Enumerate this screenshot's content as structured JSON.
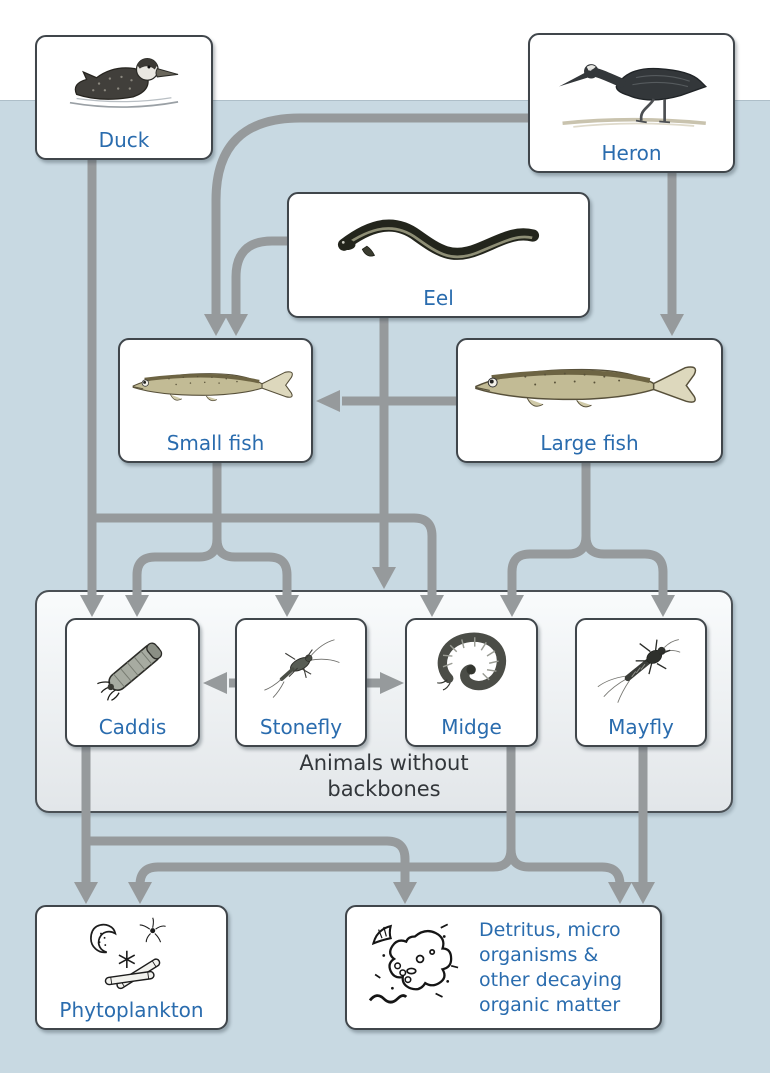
{
  "diagram": {
    "type": "food-web",
    "group_box": {
      "label": "Animals without backbones"
    },
    "nodes": {
      "duck": {
        "label": "Duck"
      },
      "heron": {
        "label": "Heron"
      },
      "eel": {
        "label": "Eel"
      },
      "small_fish": {
        "label": "Small fish"
      },
      "large_fish": {
        "label": "Large fish"
      },
      "caddis": {
        "label": "Caddis"
      },
      "stonefly": {
        "label": "Stonefly"
      },
      "midge": {
        "label": "Midge"
      },
      "mayfly": {
        "label": "Mayfly"
      },
      "phytoplankton": {
        "label": "Phytoplankton"
      },
      "detritus": {
        "label": "Detritus, micro organisms & other decaying organic matter"
      }
    },
    "edges": [
      {
        "from": "heron",
        "to": "small_fish"
      },
      {
        "from": "heron",
        "to": "large_fish"
      },
      {
        "from": "eel",
        "to": "small_fish"
      },
      {
        "from": "eel",
        "to": "animals_without_backbones_group"
      },
      {
        "from": "large_fish",
        "to": "small_fish"
      },
      {
        "from": "duck",
        "to": "caddis"
      },
      {
        "from": "duck",
        "to": "midge"
      },
      {
        "from": "small_fish",
        "to": "caddis"
      },
      {
        "from": "small_fish",
        "to": "stonefly"
      },
      {
        "from": "large_fish",
        "to": "midge"
      },
      {
        "from": "large_fish",
        "to": "mayfly"
      },
      {
        "from": "stonefly",
        "to": "caddis"
      },
      {
        "from": "stonefly",
        "to": "midge"
      },
      {
        "from": "caddis",
        "to": "phytoplankton"
      },
      {
        "from": "caddis",
        "to": "detritus"
      },
      {
        "from": "midge",
        "to": "phytoplankton"
      },
      {
        "from": "midge",
        "to": "detritus"
      },
      {
        "from": "mayfly",
        "to": "detritus"
      }
    ],
    "colors": {
      "water_background": "#c8d9e2",
      "page_band": "#ffffff",
      "arrow": "#969a9c",
      "box_border": "#40464b",
      "box_fill": "#ffffff",
      "label_blue": "#2a6cae",
      "group_caption_text": "#32363a"
    }
  }
}
